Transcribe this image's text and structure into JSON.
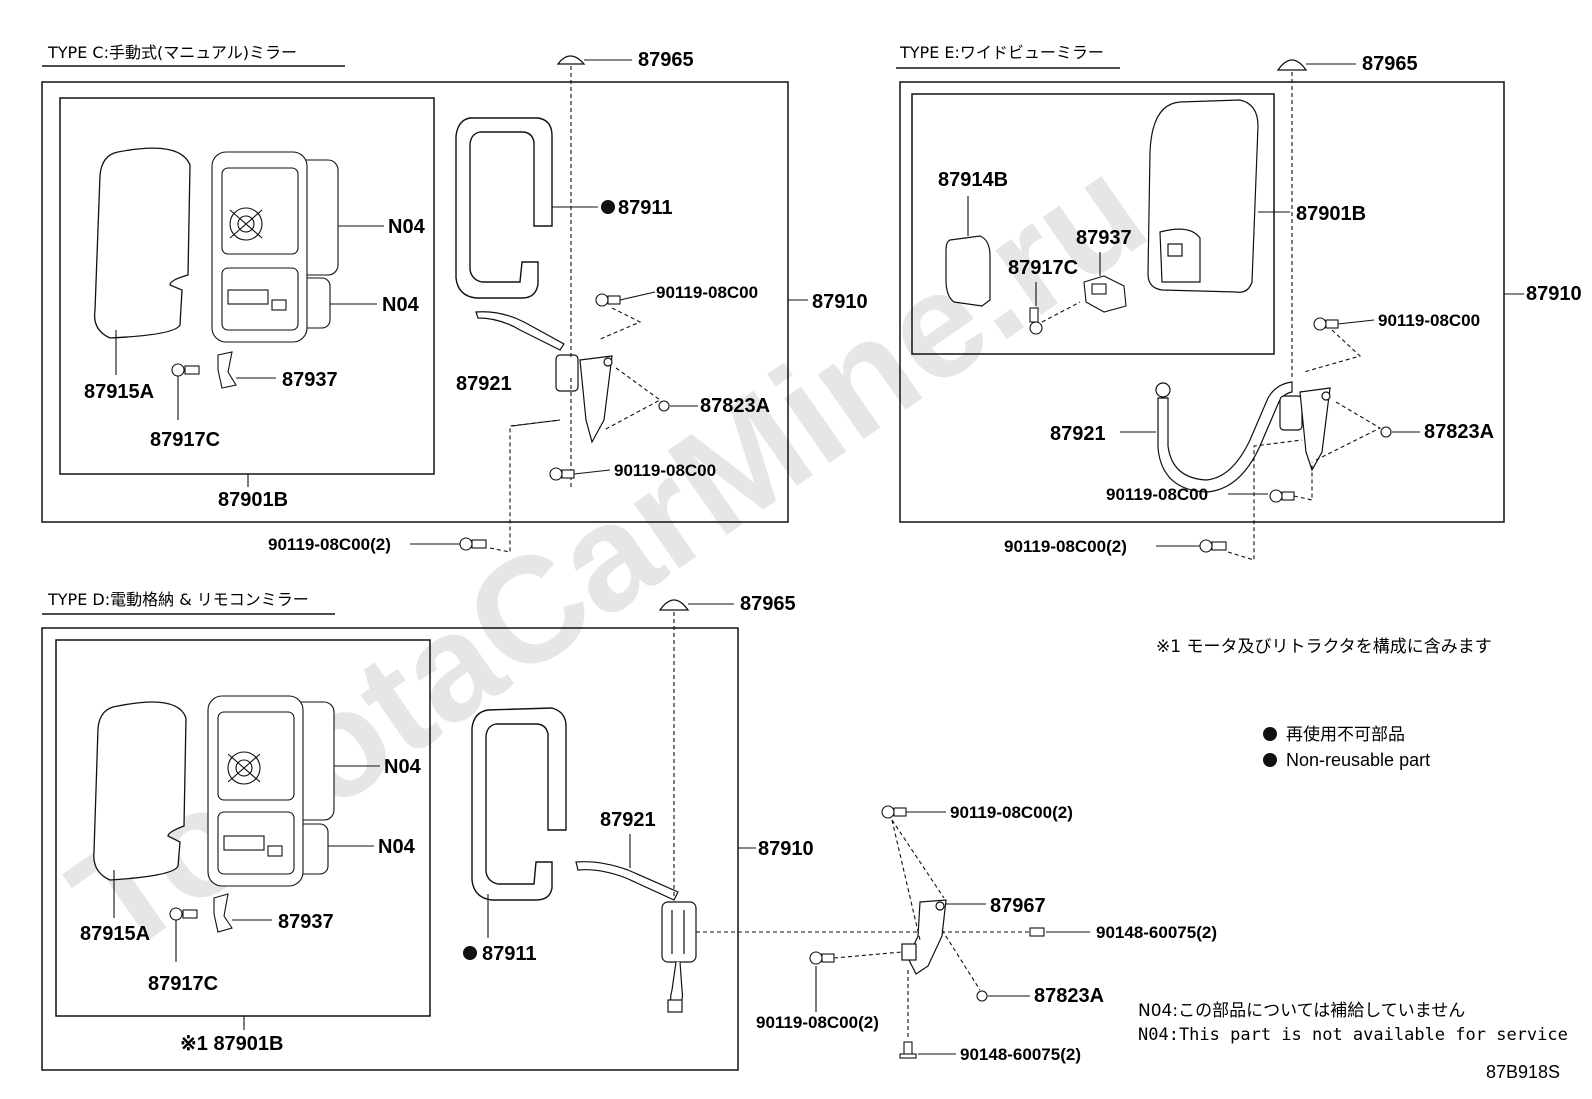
{
  "watermark": "ToyotaCarMine.ru",
  "sections": {
    "c": {
      "title": "TYPE C:手動式(マニュアル)ミラー"
    },
    "e": {
      "title": "TYPE E:ワイドビューミラー"
    },
    "d": {
      "title": "TYPE D:電動格納 & リモコンミラー"
    }
  },
  "parts": {
    "p87965": "87965",
    "p87911": "87911",
    "p87910": "87910",
    "pN04": "N04",
    "p87915A": "87915A",
    "p87937": "87937",
    "p87917C": "87917C",
    "p87901B": "87901B",
    "p87921": "87921",
    "p87823A": "87823A",
    "p90119": "90119-08C00",
    "p90119x2": "90119-08C00(2)",
    "p87914B": "87914B",
    "p87967": "87967",
    "p90148x2": "90148-60075(2)",
    "p87901B_note": "※1 87901B"
  },
  "notes": {
    "motor": "※1 モータ及びリトラクタを構成に含みます",
    "nonreuse_jp": "再使用不可部品",
    "nonreuse_en": "Non-reusable part",
    "n04_jp": "N04:この部品については補給していません",
    "n04_en": "N04:This part is not available for service"
  },
  "diagram_code": "87B918S"
}
